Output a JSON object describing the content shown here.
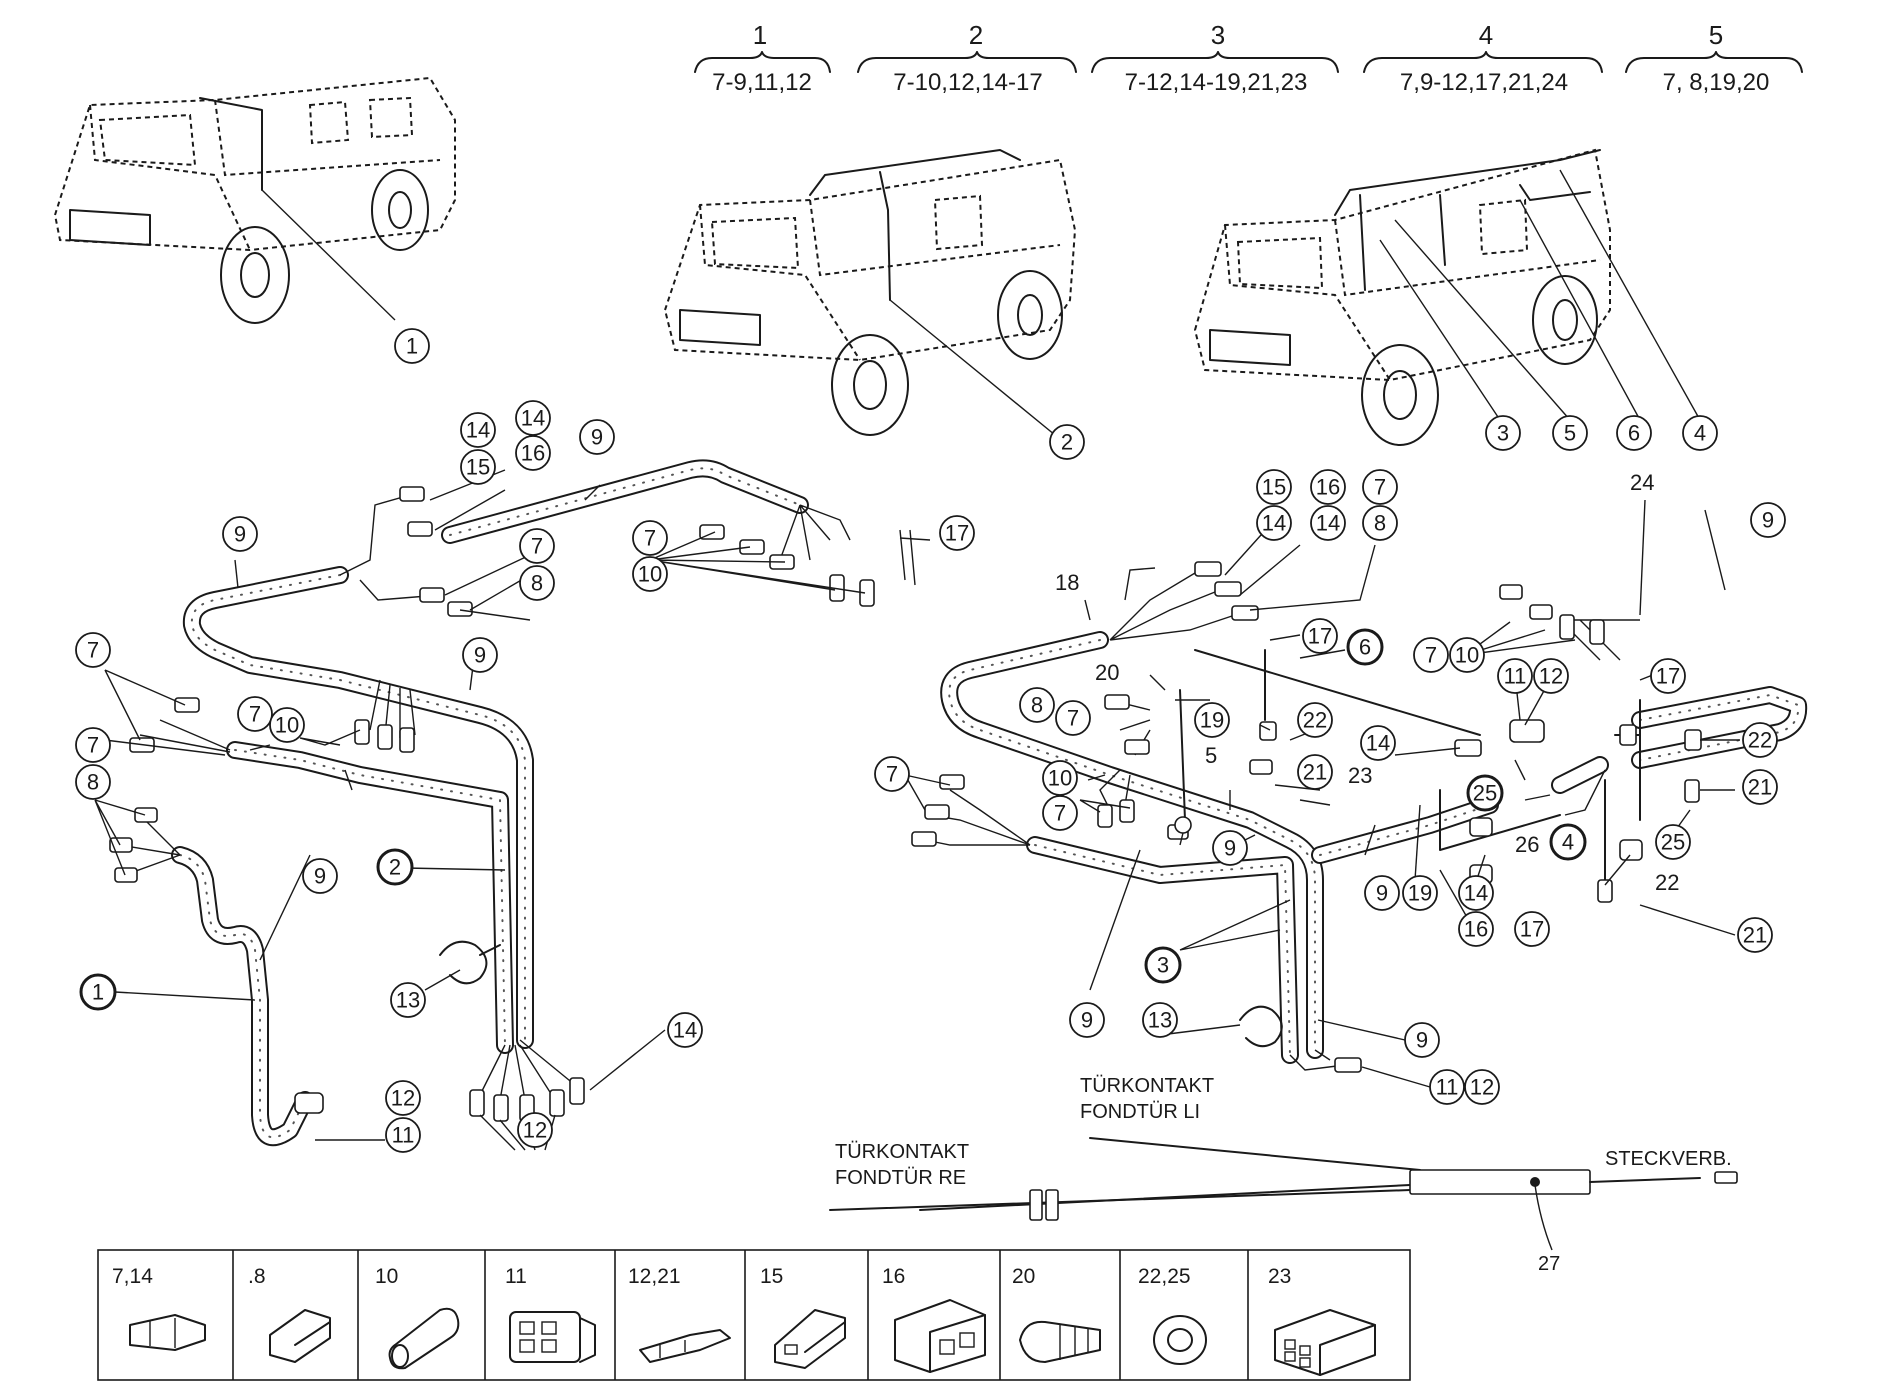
{
  "groups": [
    {
      "number": "1",
      "items": "7-9,11,12"
    },
    {
      "number": "2",
      "items": "7-10,12,14-17"
    },
    {
      "number": "3",
      "items": "7-12,14-19,21,23"
    },
    {
      "number": "4",
      "items": "7,9-12,17,21,24"
    },
    {
      "number": "5",
      "items": "7, 8,19,20"
    }
  ],
  "vehicle_callouts": [
    "1",
    "2",
    "3",
    "5",
    "6",
    "4"
  ],
  "left_harness_callouts": [
    "14",
    "15",
    "14",
    "16",
    "9",
    "17",
    "9",
    "7",
    "8",
    "7",
    "10",
    "9",
    "7",
    "7",
    "10",
    "7",
    "8",
    "9",
    "2",
    "1",
    "13",
    "14",
    "12",
    "11",
    "12"
  ],
  "right_harness_callouts": [
    "15",
    "14",
    "16",
    "14",
    "7",
    "8",
    "24",
    "9",
    "18",
    "17",
    "6",
    "7",
    "10",
    "11",
    "12",
    "17",
    "20",
    "19",
    "22",
    "8",
    "7",
    "21",
    "22",
    "5",
    "14",
    "23",
    "21",
    "7",
    "10",
    "7",
    "25",
    "26",
    "4",
    "25",
    "9",
    "9",
    "19",
    "14",
    "16",
    "17",
    "22",
    "21",
    "3",
    "9",
    "13",
    "9",
    "11",
    "12"
  ],
  "labels_plain": [
    "18",
    "24",
    "20",
    "5",
    "23",
    "26",
    "22",
    "27"
  ],
  "external": {
    "door_contact_rear_left": "TÜRKONTAKT\nFONDTÜR LI",
    "door_contact_rear_right": "TÜRKONTAKT\nFONDTÜR RE",
    "plug_connector": "STECKVERB.",
    "item_27": "27"
  },
  "parts_legend": [
    {
      "label": "7,14",
      "icon": "flat-blade-terminal-icon"
    },
    {
      "label": ".8",
      "icon": "terminal-sleeve-icon"
    },
    {
      "label": "10",
      "icon": "insulating-tube-icon"
    },
    {
      "label": "11",
      "icon": "multi-pin-housing-icon"
    },
    {
      "label": "12,21",
      "icon": "ring-terminal-icon"
    },
    {
      "label": "15",
      "icon": "single-pin-housing-icon"
    },
    {
      "label": "16",
      "icon": "double-pin-housing-icon"
    },
    {
      "label": "20",
      "icon": "rubber-boot-icon"
    },
    {
      "label": "22,25",
      "icon": "grommet-icon"
    },
    {
      "label": "23",
      "icon": "four-pin-housing-icon"
    }
  ]
}
